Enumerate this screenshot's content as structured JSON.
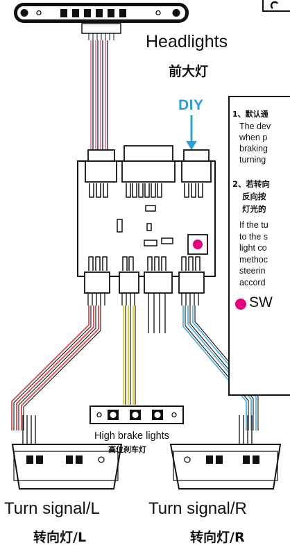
{
  "labels": {
    "headlights_en": "Headlights",
    "headlights_zh": "前大灯",
    "diy": "DIY",
    "high_brake_en": "High brake lights",
    "high_brake_zh": "高位刹车灯",
    "turn_left_en": "Turn signal/L",
    "turn_left_zh": "转向灯/L",
    "turn_right_en": "Turn signal/R",
    "turn_right_zh": "转向灯/R"
  },
  "notes": {
    "n1_title": "1、默认通",
    "n1_lines": [
      "The dev",
      "when p",
      "braking",
      "turning"
    ],
    "n2_title": [
      "2、若转向",
      "反向按",
      "灯光的"
    ],
    "n2_lines": [
      "If the tu",
      "to the s",
      "light co",
      "methoc",
      "steerin",
      "accord"
    ],
    "sw_label": "SW"
  },
  "colors": {
    "accent_blue": "#2a9fd8",
    "magenta": "#e6007e",
    "wire_pink": "#e08ab8",
    "wire_red": "#e04646",
    "wire_yellow": "#e8d63a",
    "wire_blue": "#58b4e6"
  }
}
